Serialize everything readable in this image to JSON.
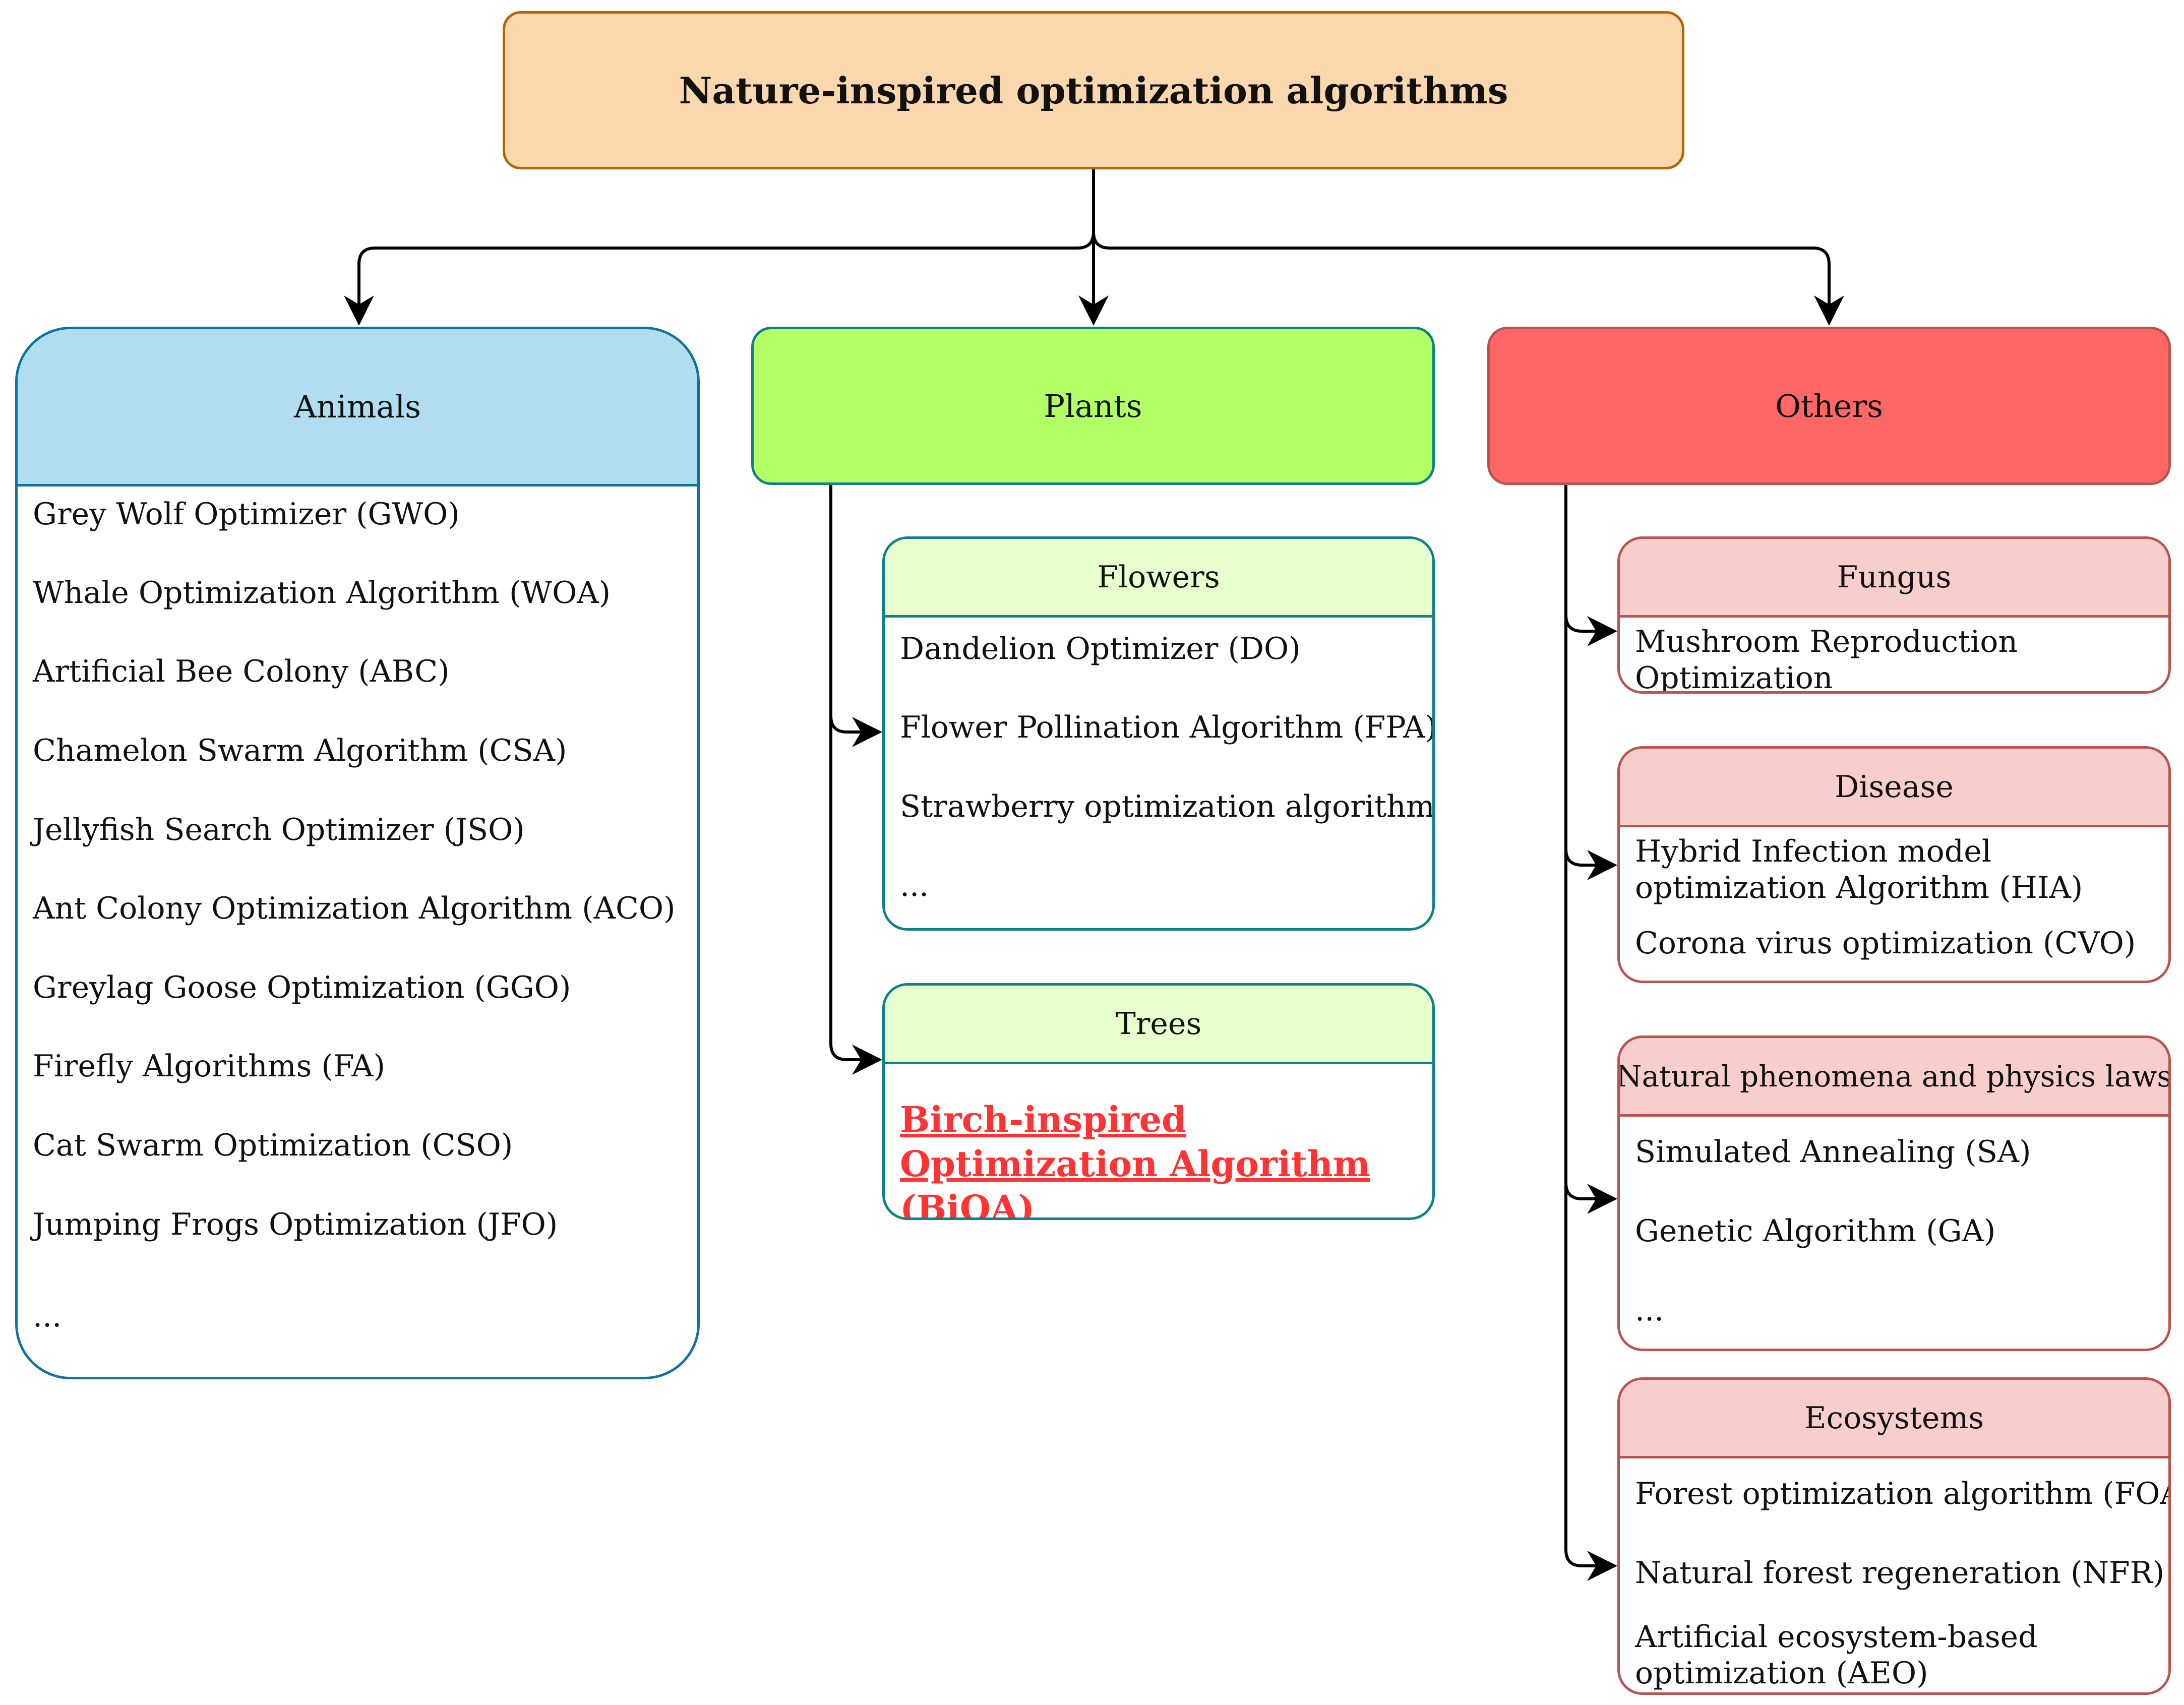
{
  "root": {
    "title": "Nature-inspired optimization algorithms"
  },
  "animals": {
    "title": "Animals",
    "items": [
      "Grey Wolf Optimizer (GWO)",
      "Whale Optimization Algorithm (WOA)",
      "Artificial Bee Colony (ABC)",
      "Chamelon Swarm Algorithm (CSA)",
      "Jellyfish Search Optimizer (JSO)",
      "Ant Colony Optimization Algorithm (ACO)",
      "Greylag Goose Optimization (GGO)",
      "Firefly Algorithms (FA)",
      "Cat Swarm Optimization (CSO)",
      "Jumping Frogs Optimization (JFO)",
      "..."
    ]
  },
  "plants": {
    "title": "Plants",
    "flowers": {
      "title": "Flowers",
      "items": [
        "Dandelion Optimizer (DO)",
        "Flower Pollination Algorithm (FPA)",
        "Strawberry optimization algorithm",
        "..."
      ]
    },
    "trees": {
      "title": "Trees",
      "highlight": "Birch-inspired Optimization Algorithm (BiOA)"
    }
  },
  "others": {
    "title": "Others",
    "fungus": {
      "title": "Fungus",
      "items": [
        "Mushroom Reproduction Optimization"
      ]
    },
    "disease": {
      "title": "Disease",
      "items": [
        "Hybrid Infection model optimization Algorithm (HIA)",
        "Corona virus optimization (CVO)"
      ]
    },
    "natural": {
      "title": "Natural phenomena and physics laws",
      "items": [
        "Simulated Annealing (SA)",
        "Genetic Algorithm (GA)",
        "..."
      ]
    },
    "ecosystems": {
      "title": "Ecosystems",
      "items": [
        "Forest optimization algorithm (FOA)",
        "Natural forest regeneration (NFR)",
        "Artificial ecosystem-based optimization (AEO)"
      ]
    }
  },
  "colors": {
    "root_fill": "#fad7ac",
    "root_stroke": "#b46504",
    "animals_fill": "#b1ddf0",
    "animals_stroke": "#10739e",
    "plants_fill": "#b3ff66",
    "plants_stroke": "#0e8088",
    "plants_sub_fill": "#e6ffcc",
    "others_fill": "#ff6666",
    "others_stroke": "#b85450",
    "others_sub_fill": "#f8cecc",
    "highlight_text": "#ff3333"
  }
}
